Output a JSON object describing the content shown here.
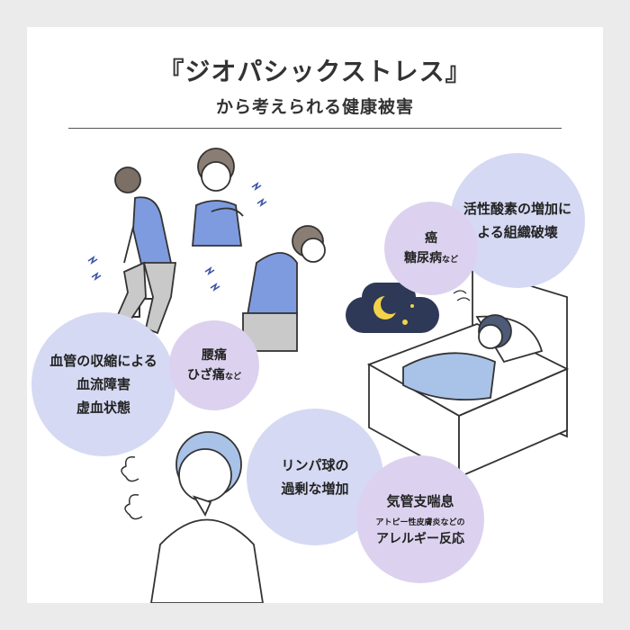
{
  "header": {
    "title": "『ジオパシックストレス』",
    "subtitle": "から考えられる健康被害"
  },
  "bubbles": {
    "oxygen": {
      "line1": "活性酸素の増加に",
      "line2": "よる組織破壊"
    },
    "cancer": {
      "line1": "癌",
      "line2": "糖尿病",
      "suffix": "など"
    },
    "blood": {
      "line1": "血管の収縮による",
      "line2": "血流障害",
      "line3": "虚血状態"
    },
    "pain": {
      "line1": "腰痛",
      "line2": "ひざ痛",
      "suffix": "など"
    },
    "lymph": {
      "line1": "リンパ球の",
      "line2": "過剰な増加"
    },
    "asthma": {
      "line1": "気管支喘息",
      "line2": "アトピー性皮膚炎などの",
      "line3": "アレルギー反応"
    }
  },
  "colors": {
    "bubble_blue": "#d5d9f3",
    "bubble_purple": "#dcd2ef",
    "accent_blue": "#a9c3e8",
    "night_navy": "#2e3957",
    "moon_yellow": "#f2d34a"
  }
}
